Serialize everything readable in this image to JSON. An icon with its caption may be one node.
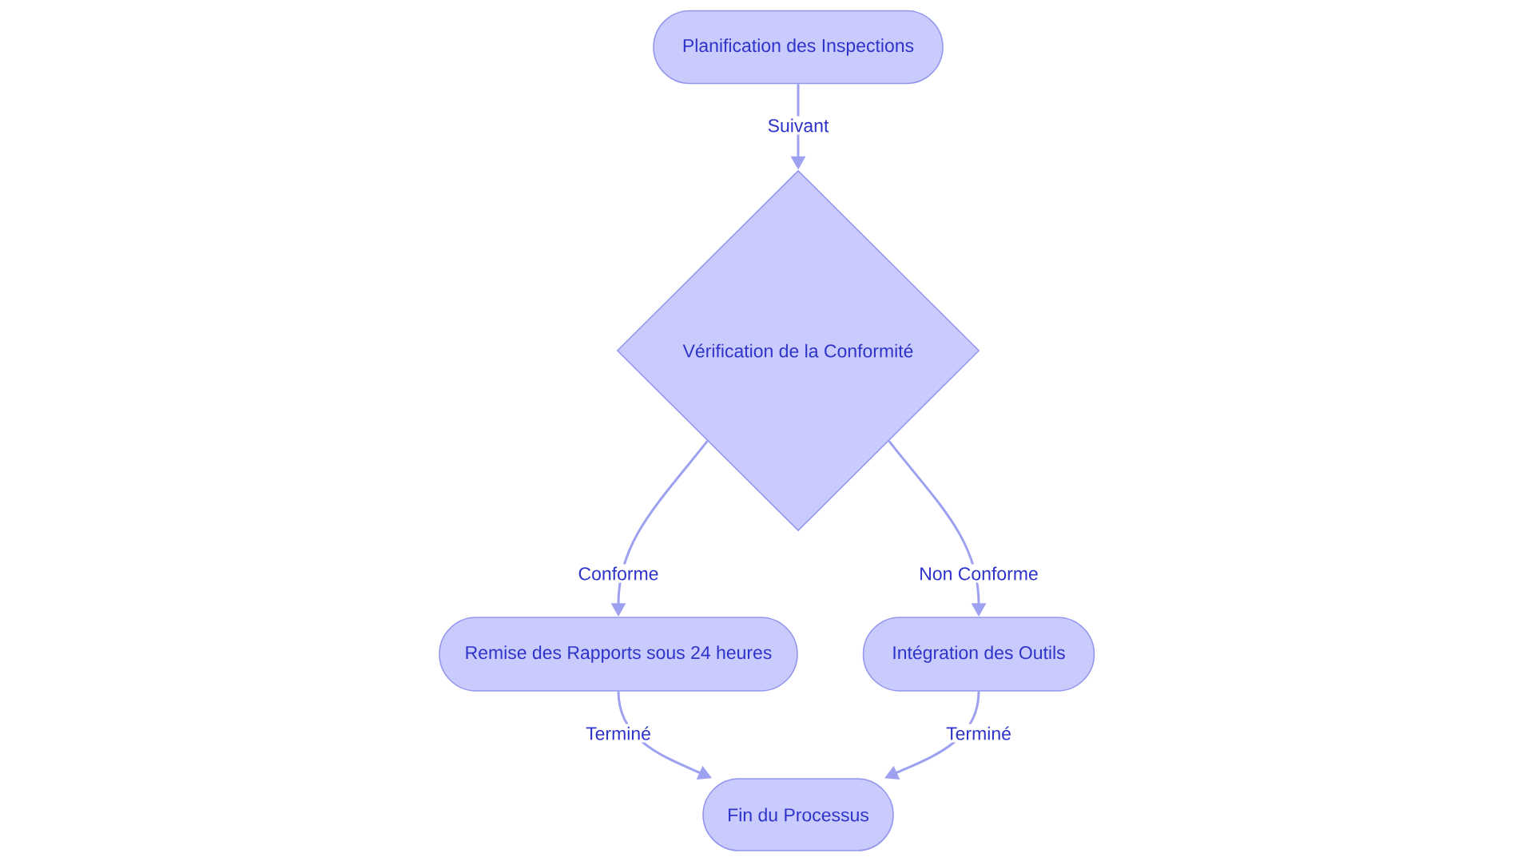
{
  "diagram": {
    "nodes": [
      {
        "text": [
          "Planification des Inspections"
        ]
      },
      {
        "text": [
          "Vérification de la Conformité"
        ]
      },
      {
        "text": [
          "Remise des Rapports sous 24 heures"
        ]
      },
      {
        "text": [
          "Intégration des Outils"
        ]
      },
      {
        "text": [
          "Fin du Processus"
        ]
      }
    ],
    "edges": [
      {
        "from": 0,
        "to": 1,
        "arrow": "to",
        "label": "Suivant"
      },
      {
        "from": 1,
        "to": 2,
        "arrow": "to",
        "label": "Conforme"
      },
      {
        "from": 1,
        "to": 3,
        "arrow": "to",
        "label": "Non Conforme"
      },
      {
        "from": 2,
        "to": 4,
        "arrow": "to",
        "label": "Terminé"
      },
      {
        "from": 3,
        "to": 4,
        "arrow": "to",
        "label": "Terminé"
      }
    ]
  }
}
